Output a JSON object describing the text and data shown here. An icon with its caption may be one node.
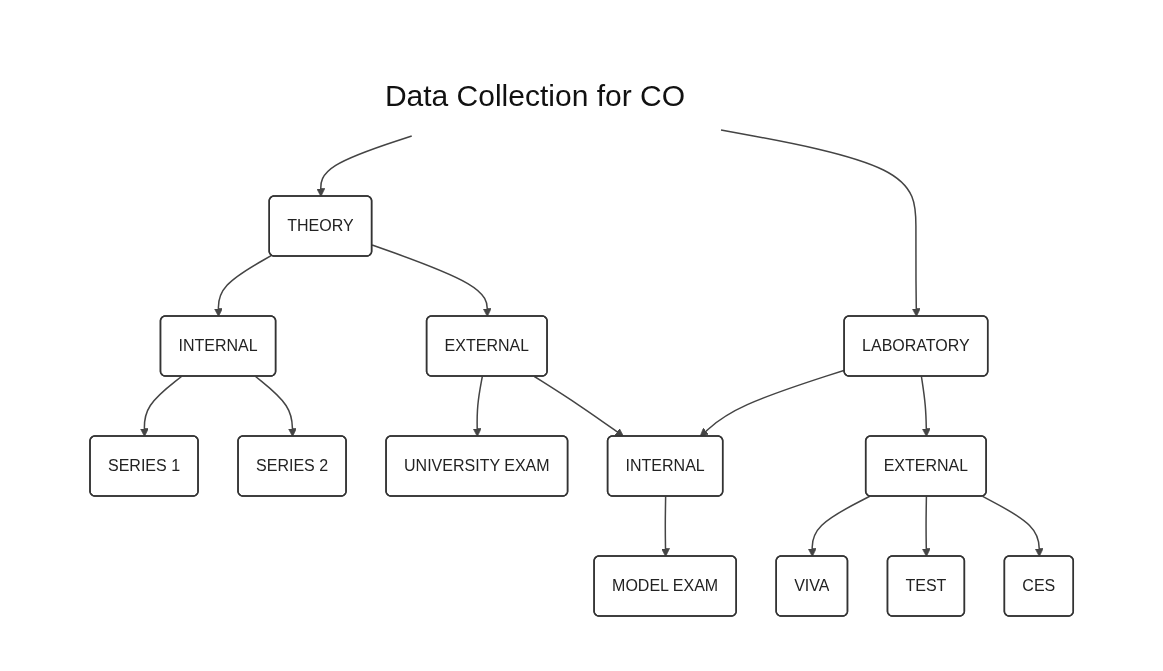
{
  "diagram": {
    "nodes": [
      {
        "text": [
          "Data Collection for CO"
        ]
      },
      {
        "text": [
          "THEORY"
        ]
      },
      {
        "text": [
          "LABORATORY"
        ]
      },
      {
        "text": [
          "INTERNAL"
        ]
      },
      {
        "text": [
          "EXTERNAL"
        ]
      },
      {
        "text": [
          "INTERNAL"
        ]
      },
      {
        "text": [
          "EXTERNAL"
        ]
      },
      {
        "text": [
          "SERIES 1"
        ]
      },
      {
        "text": [
          "SERIES 2"
        ]
      },
      {
        "text": [
          "UNIVERSITY EXAM"
        ]
      },
      {
        "text": [
          "MODEL EXAM"
        ]
      },
      {
        "text": [
          "VIVA"
        ]
      },
      {
        "text": [
          "TEST"
        ]
      },
      {
        "text": [
          "CES"
        ]
      }
    ],
    "edges": [
      {
        "from": 0,
        "to": 1,
        "arrow": "to"
      },
      {
        "from": 0,
        "to": 2,
        "arrow": "to"
      },
      {
        "from": 1,
        "to": 3,
        "arrow": "to"
      },
      {
        "from": 1,
        "to": 4,
        "arrow": "to"
      },
      {
        "from": 2,
        "to": 5,
        "arrow": "to"
      },
      {
        "from": 2,
        "to": 6,
        "arrow": "to"
      },
      {
        "from": 4,
        "to": 5,
        "arrow": "to"
      },
      {
        "from": 3,
        "to": 7,
        "arrow": "to"
      },
      {
        "from": 3,
        "to": 8,
        "arrow": "to"
      },
      {
        "from": 4,
        "to": 9,
        "arrow": "to"
      },
      {
        "from": 5,
        "to": 10,
        "arrow": "to"
      },
      {
        "from": 6,
        "to": 11,
        "arrow": "to"
      },
      {
        "from": 6,
        "to": 12,
        "arrow": "to"
      },
      {
        "from": 6,
        "to": 13,
        "arrow": "to"
      }
    ]
  }
}
